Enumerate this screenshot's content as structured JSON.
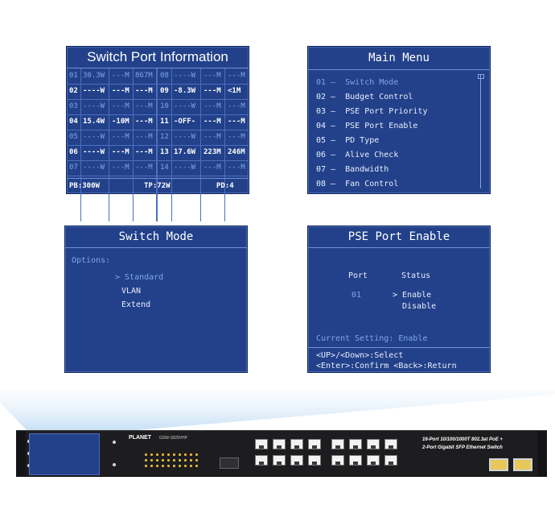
{
  "switch_port_info": {
    "title": "Switch Port Information",
    "rows": [
      {
        "l": [
          "01",
          "30.3W",
          "---M",
          "867M"
        ],
        "r": [
          "08",
          "----W",
          "---M",
          "---M"
        ],
        "lstate": "dim",
        "rstate": "dim"
      },
      {
        "l": [
          "02",
          "----W",
          "---M",
          "---M"
        ],
        "r": [
          "09",
          "-8.3W",
          "---M",
          "<1M"
        ],
        "lstate": "bright",
        "rstate": "bright"
      },
      {
        "l": [
          "03",
          "----W",
          "---M",
          "---M"
        ],
        "r": [
          "10",
          "----W",
          "---M",
          "---M"
        ],
        "lstate": "dim",
        "rstate": "dim"
      },
      {
        "l": [
          "04",
          "15.4W",
          "-10M",
          "---M"
        ],
        "r": [
          "11",
          "-OFF-",
          "---M",
          "---M"
        ],
        "lstate": "bright",
        "rstate": "bright"
      },
      {
        "l": [
          "05",
          "----W",
          "---M",
          "---M"
        ],
        "r": [
          "12",
          "----W",
          "---M",
          "---M"
        ],
        "lstate": "dim",
        "rstate": "dim"
      },
      {
        "l": [
          "06",
          "----W",
          "---M",
          "---M"
        ],
        "r": [
          "13",
          "17.6W",
          "223M",
          "246M"
        ],
        "lstate": "bright",
        "rstate": "bright"
      },
      {
        "l": [
          "07",
          "----W",
          "---M",
          "---M"
        ],
        "r": [
          "14",
          "----W",
          "---M",
          "---M"
        ],
        "lstate": "dim",
        "rstate": "dim"
      }
    ],
    "footer": {
      "pb": "PB:300W",
      "tp": "TP:72W",
      "pd": "PD:4"
    }
  },
  "main_menu": {
    "title": "Main Menu",
    "items": [
      "01 –  Switch Mode",
      "02 –  Budget Control",
      "03 –  PSE Port Priority",
      "04 –  PSE Port Enable",
      "05 –  PD Type",
      "06 –  Alive Check",
      "07 –  Bandwidth",
      "08 –  Fan Control"
    ],
    "selected_index": 0
  },
  "switch_mode": {
    "title": "Switch Mode",
    "options_label": "Options:",
    "options": [
      "> Standard",
      "VLAN",
      "Extend"
    ],
    "selected_index": 0
  },
  "pse_port_enable": {
    "title": "PSE Port Enable",
    "port_header": "Port",
    "status_header": "Status",
    "port_value": "01",
    "status_options": [
      "> Enable",
      "Disable"
    ],
    "current_setting": "Current Setting: Enable",
    "help_line1": "<UP>/<Down>:Select",
    "help_line2": "<Enter>:Confirm <Back>:Return"
  },
  "device": {
    "brand": "PLANET",
    "model": "GSW-1820VHP",
    "description_line1": "16-Port 10/100/1000T 802.3at PoE +",
    "description_line2": "2-Port Gigabit SFP Ethernet Switch"
  },
  "colors": {
    "screen_bg": "#22418a",
    "dim_text": "#7fa6e6",
    "bright_text": "#ffffff",
    "device_body": "#1d1d1f"
  }
}
